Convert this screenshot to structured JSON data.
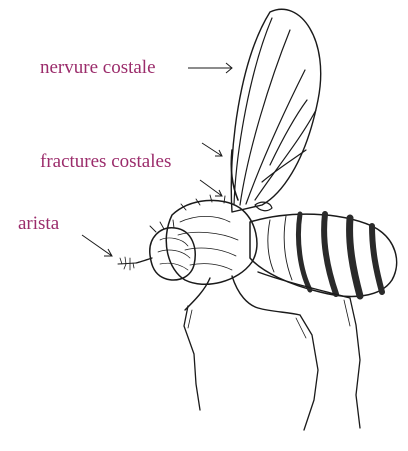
{
  "labels": {
    "nervure_costale": "nervure costale",
    "fractures_costales": "fractures costales",
    "arista": "arista"
  },
  "colors": {
    "label_text": "#9b2c6b",
    "line_art": "#1a1a1a",
    "background": "#ffffff"
  },
  "figure": {
    "subject": "fly-line-drawing"
  }
}
